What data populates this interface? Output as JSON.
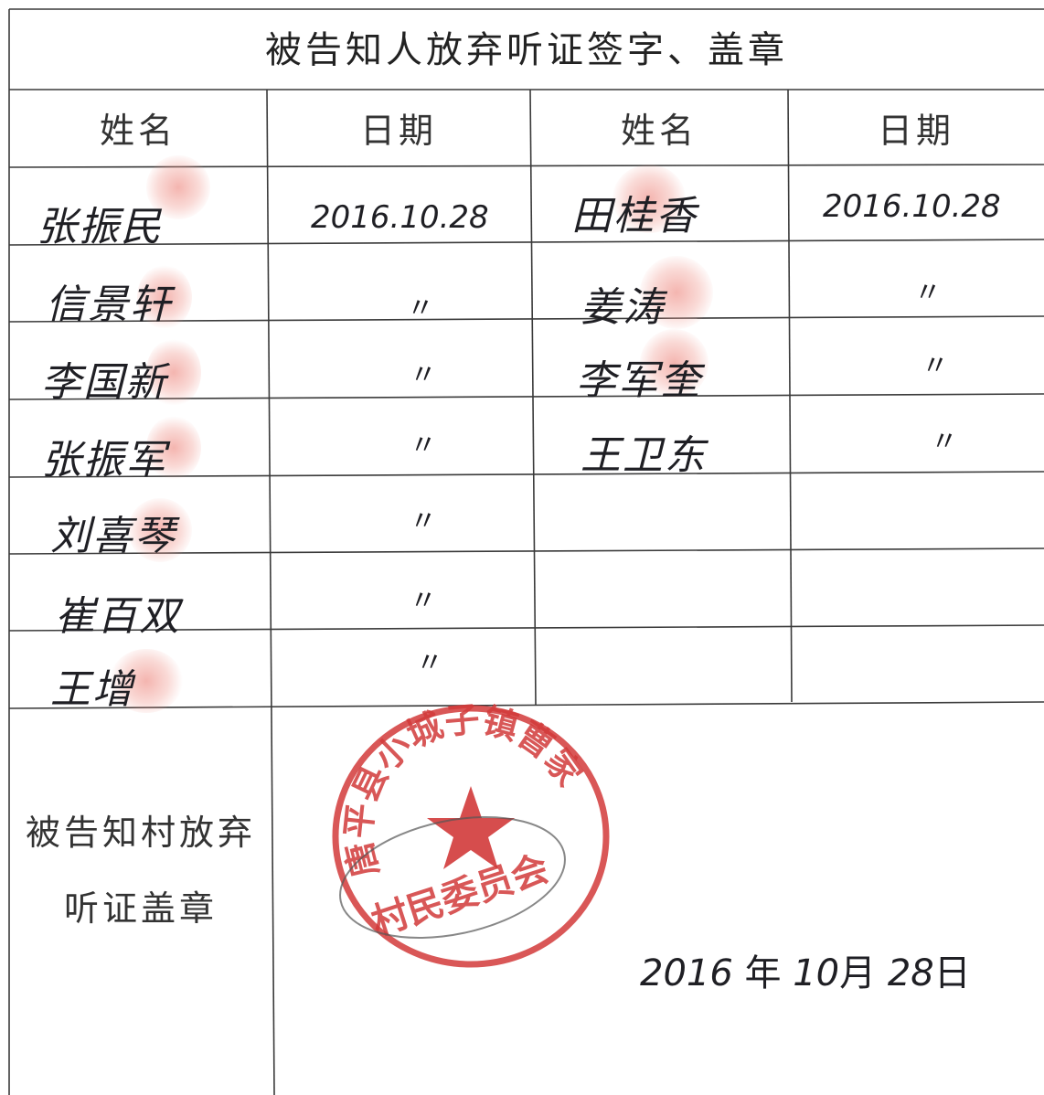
{
  "title": "被告知人放弃听证签字、盖章",
  "headers": [
    "姓名",
    "日期",
    "姓名",
    "日期"
  ],
  "left_rows": [
    {
      "name": "张振民",
      "date": "2016.10.28"
    },
    {
      "name": "信景轩",
      "date": "〃"
    },
    {
      "name": "李国新",
      "date": "〃"
    },
    {
      "name": "张振军",
      "date": "〃"
    },
    {
      "name": "刘喜琴",
      "date": "〃"
    },
    {
      "name": "崔百双",
      "date": "〃"
    },
    {
      "name": "王增",
      "date": "〃"
    }
  ],
  "right_rows": [
    {
      "name": "田桂香",
      "date": "2016.10.28"
    },
    {
      "name": "姜涛",
      "date": "〃"
    },
    {
      "name": "李军奎",
      "date": "〃"
    },
    {
      "name": "王卫东",
      "date": "〃"
    }
  ],
  "village_label_line1": "被告知村放弃",
  "village_label_line2": "听证盖章",
  "signoff": {
    "year": "2016",
    "year_unit": "年",
    "month": "10",
    "month_unit": "月",
    "day": "28",
    "day_unit": "日"
  },
  "seal": {
    "text": "唐平县小城子镇曹家村民委员会",
    "color": "#d23a3a"
  }
}
